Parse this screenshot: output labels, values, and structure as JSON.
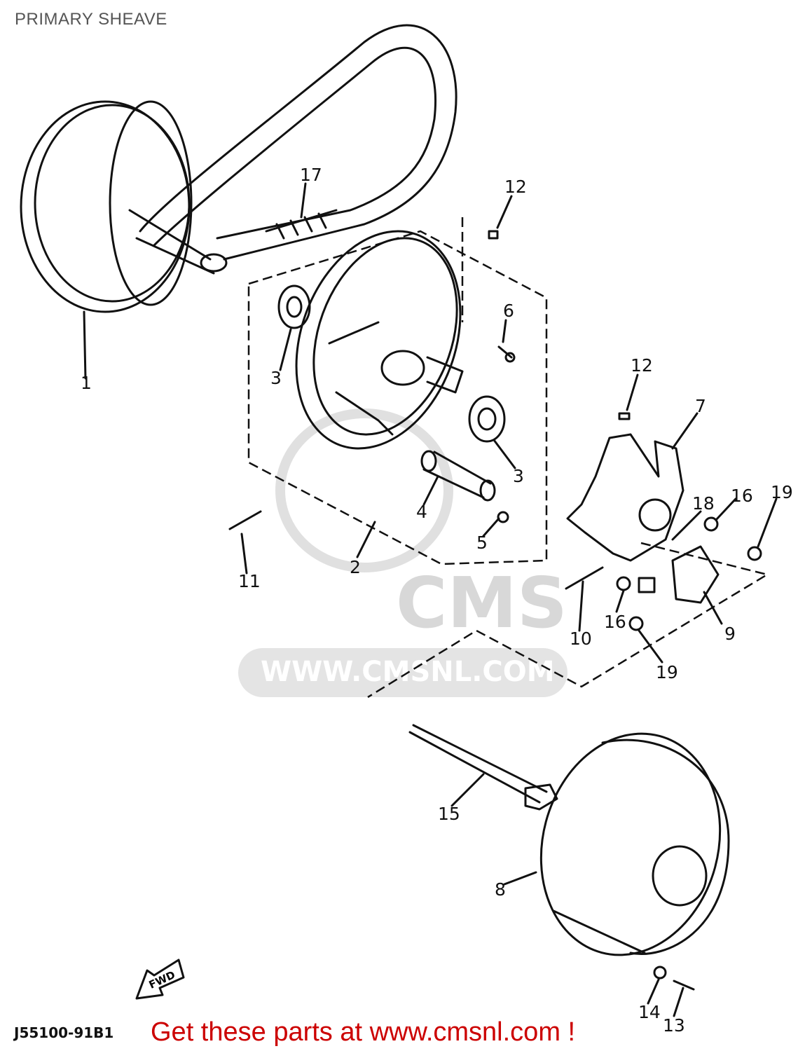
{
  "title": "PRIMARY SHEAVE",
  "watermark": {
    "brand": "CMS",
    "url": "WWW.CMSNL.COM"
  },
  "callouts": [
    "17",
    "12",
    "6",
    "3",
    "3",
    "4",
    "5",
    "2",
    "11",
    "1",
    "12",
    "7",
    "18",
    "16",
    "19",
    "10",
    "16",
    "9",
    "19",
    "15",
    "8",
    "14",
    "13"
  ],
  "fwd_label": "FWD",
  "diagram_code": "J55100-91B1",
  "footer": "Get these parts at www.cmsnl.com !"
}
